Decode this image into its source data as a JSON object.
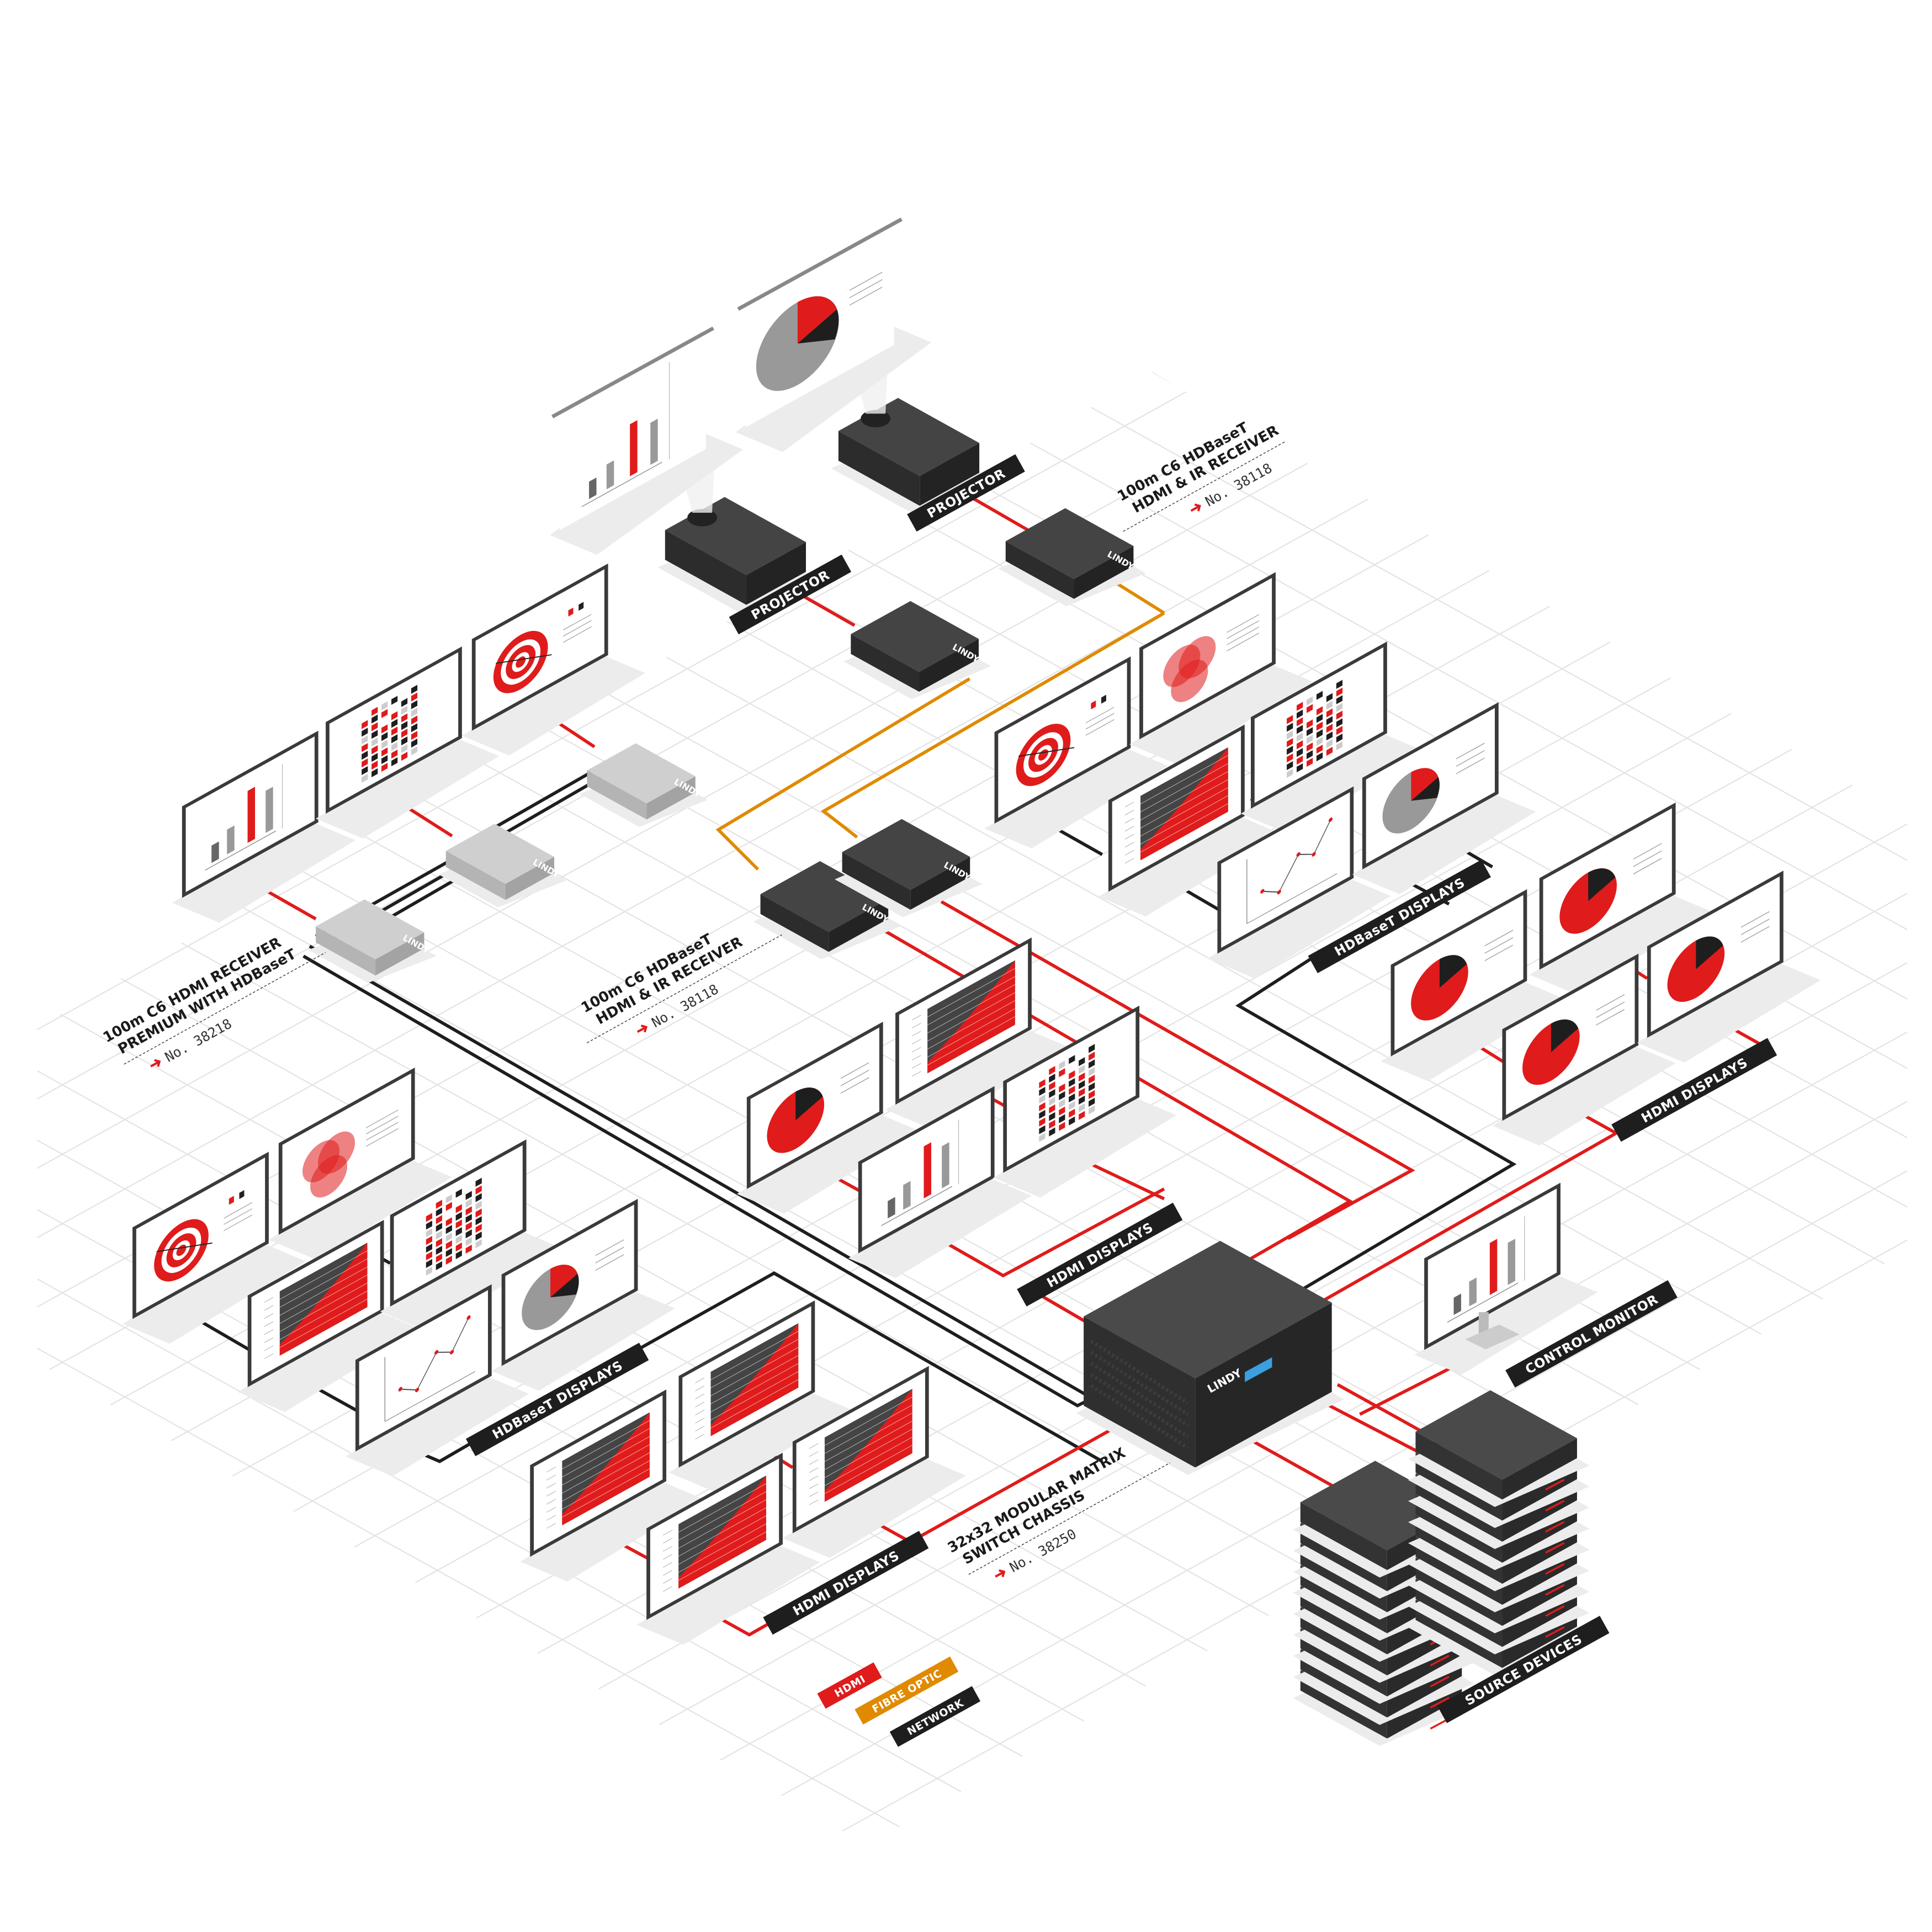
{
  "brand": "LINDY",
  "legend": {
    "hdmi": {
      "label": "HDMI",
      "color": "#e01b1b"
    },
    "fibre": {
      "label": "FIBRE OPTIC",
      "color": "#e08a00"
    },
    "network": {
      "label": "NETWORK",
      "color": "#1e1e1e"
    }
  },
  "tags": {
    "projector_left": "PROJECTOR",
    "projector_right": "PROJECTOR",
    "hdbaset_displays_right": "HDBaseT DISPLAYS",
    "hdbaset_displays_left": "HDBaseT DISPLAYS",
    "hdmi_displays_right": "HDMI DISPLAYS",
    "hdmi_displays_center": "HDMI DISPLAYS",
    "hdmi_displays_bottom": "HDMI DISPLAYS",
    "control_monitor": "CONTROL MONITOR",
    "source_devices": "SOURCE DEVICES"
  },
  "annotations": {
    "receiver_top": {
      "line1": "100m C6 HDBaseT",
      "line2": "HDMI & IR RECEIVER",
      "number": "No. 38118"
    },
    "receiver_center": {
      "line1": "100m C6 HDBaseT",
      "line2": "HDMI & IR RECEIVER",
      "number": "No. 38118"
    },
    "receiver_premium": {
      "line1": "100m C6 HDMI RECEIVER",
      "line2": "PREMIUM WITH HDBaseT",
      "number": "No. 38218"
    },
    "matrix_chassis": {
      "line1": "32x32 MODULAR MATRIX",
      "line2": "SWITCH CHASSIS",
      "number": "No. 38250"
    }
  },
  "screens": {
    "projector_screens": [
      "bar",
      "pie-grey"
    ],
    "top_left_displays": [
      "bar",
      "heat",
      "target"
    ],
    "hdbaset_right": [
      "target",
      "venn",
      "area",
      "heat",
      "line",
      "pie-grey"
    ],
    "hdmi_right": [
      "pie",
      "pie",
      "pie",
      "pie"
    ],
    "hdmi_center": [
      "pie",
      "area",
      "bar",
      "heat"
    ],
    "hdbaset_left": [
      "target",
      "venn",
      "area",
      "heat",
      "line",
      "pie-grey"
    ],
    "hdmi_bottom": [
      "area",
      "area",
      "area",
      "area"
    ],
    "control_monitor": [
      "bar"
    ]
  },
  "colors": {
    "red": "#e01b1b",
    "orange": "#e08a00",
    "black": "#1e1e1e",
    "device": "#3a3a3a",
    "grid": "#e4e4e4"
  }
}
